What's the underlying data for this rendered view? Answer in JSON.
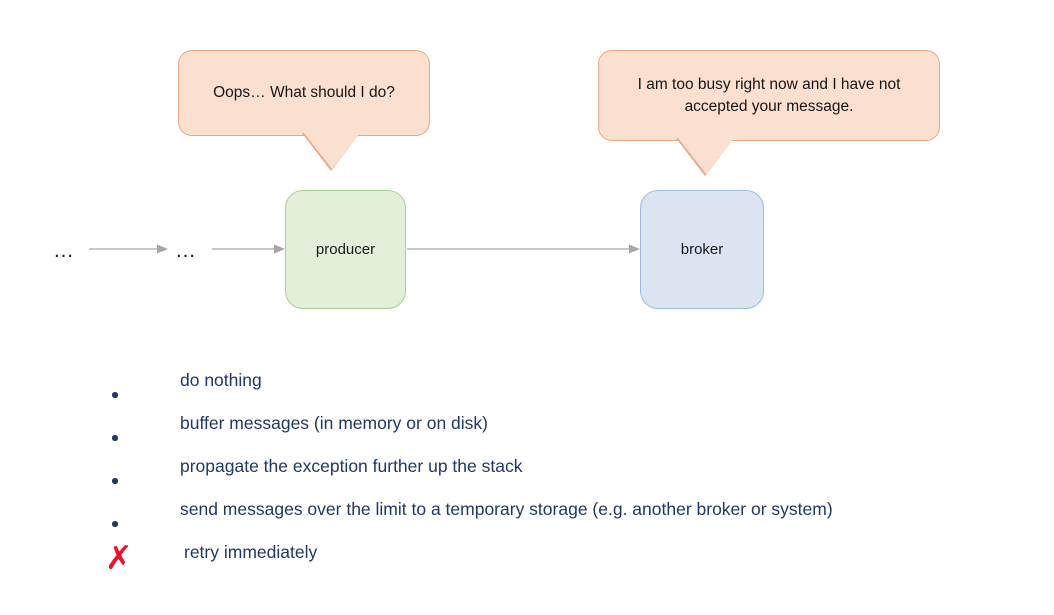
{
  "diagram": {
    "title_text": "",
    "bubbles": [
      {
        "id": "oops",
        "text": "Oops… What should I do?",
        "fill": "#fbe0d0",
        "stroke": "#e8a882",
        "points_to": "producer"
      },
      {
        "id": "busy",
        "text": "I am too busy right now and I have not accepted your message.",
        "fill": "#fbe0d0",
        "stroke": "#e8a882",
        "points_to": "broker"
      }
    ],
    "nodes": [
      {
        "id": "producer",
        "label": "producer",
        "fill": "#e2efd9",
        "stroke": "#a9cf96"
      },
      {
        "id": "broker",
        "label": "broker",
        "fill": "#dbe5f1",
        "stroke": "#9dbcdf"
      }
    ],
    "ellipses": [
      {
        "id": "ellipsis-1",
        "text": "…"
      },
      {
        "id": "ellipsis-2",
        "text": "…"
      }
    ],
    "arrows": [
      {
        "id": "arrow-1",
        "from": "ellipsis-1",
        "to": "ellipsis-2",
        "color": "#a6a6a6"
      },
      {
        "id": "arrow-2",
        "from": "ellipsis-2",
        "to": "producer",
        "color": "#a6a6a6"
      },
      {
        "id": "arrow-3",
        "from": "producer",
        "to": "broker",
        "color": "#a6a6a6"
      }
    ]
  },
  "options": {
    "text_color": "#1f3864",
    "marker_x_color": "#e8142a",
    "items": [
      {
        "marker": "bullet",
        "text": "do nothing"
      },
      {
        "marker": "bullet",
        "text": "buffer messages (in memory or on disk)"
      },
      {
        "marker": "bullet",
        "text": "propagate the exception further up the stack"
      },
      {
        "marker": "bullet",
        "text": "send messages over the limit to a temporary storage (e.g. another broker or system)"
      },
      {
        "marker": "x",
        "marker_glyph": "✗",
        "text": "retry immediately"
      }
    ]
  }
}
